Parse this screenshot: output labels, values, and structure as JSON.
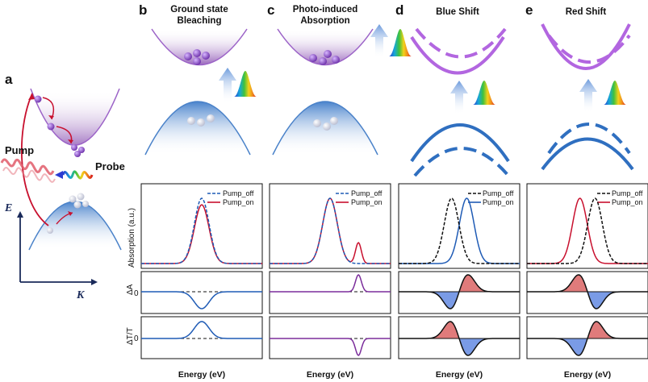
{
  "panel_labels": {
    "a": "a",
    "b": "b",
    "c": "c",
    "d": "d",
    "e": "e"
  },
  "titles": {
    "b_line1": "Ground state",
    "b_line2": "Bleaching",
    "c_line1": "Photo-induced",
    "c_line2": "Absorption",
    "d": "Blue Shift",
    "e": "Red Shift"
  },
  "panel_a": {
    "pump": "Pump",
    "probe": "Probe",
    "e_axis": "E",
    "k_axis": "K"
  },
  "legend": {
    "off": "Pump_off",
    "on": "Pump_on"
  },
  "axis_labels": {
    "absorption": "Absorption (a.u.)",
    "delta_a": "ΔA",
    "delta_tt": "ΔT/T",
    "zero": "0",
    "energy": "Energy (eV)"
  },
  "colors": {
    "red": "#c8102e",
    "blue": "#1f5bb5",
    "purple": "#7b2d9b",
    "lilac": "#b266e0",
    "fill_red": "#e07b7b",
    "fill_blue": "#7a9be6"
  },
  "chart_data": [
    {
      "type": "line",
      "panel": "b",
      "plot": "absorption",
      "series": [
        {
          "name": "Pump_off",
          "peaks": [
            {
              "center": 0.0,
              "width": 0.55,
              "amp": 1.0
            }
          ]
        },
        {
          "name": "Pump_on",
          "peaks": [
            {
              "center": 0.0,
              "width": 0.55,
              "amp": 0.9
            }
          ]
        }
      ]
    },
    {
      "type": "line",
      "panel": "c",
      "plot": "absorption",
      "series": [
        {
          "name": "Pump_off",
          "peaks": [
            {
              "center": 0.0,
              "width": 0.55,
              "amp": 1.0
            }
          ]
        },
        {
          "name": "Pump_on",
          "peaks": [
            {
              "center": 0.0,
              "width": 0.55,
              "amp": 1.0
            },
            {
              "center": 1.5,
              "width": 0.22,
              "amp": 0.32
            }
          ]
        }
      ]
    },
    {
      "type": "line",
      "panel": "d",
      "plot": "absorption",
      "series": [
        {
          "name": "Pump_off",
          "peaks": [
            {
              "center": -0.4,
              "width": 0.55,
              "amp": 1.0
            }
          ]
        },
        {
          "name": "Pump_on",
          "peaks": [
            {
              "center": 0.4,
              "width": 0.55,
              "amp": 1.0
            }
          ]
        }
      ]
    },
    {
      "type": "line",
      "panel": "e",
      "plot": "absorption",
      "series": [
        {
          "name": "Pump_off",
          "peaks": [
            {
              "center": 0.4,
              "width": 0.55,
              "amp": 1.0
            }
          ]
        },
        {
          "name": "Pump_on",
          "peaks": [
            {
              "center": -0.4,
              "width": 0.55,
              "amp": 1.0
            }
          ]
        }
      ]
    }
  ]
}
